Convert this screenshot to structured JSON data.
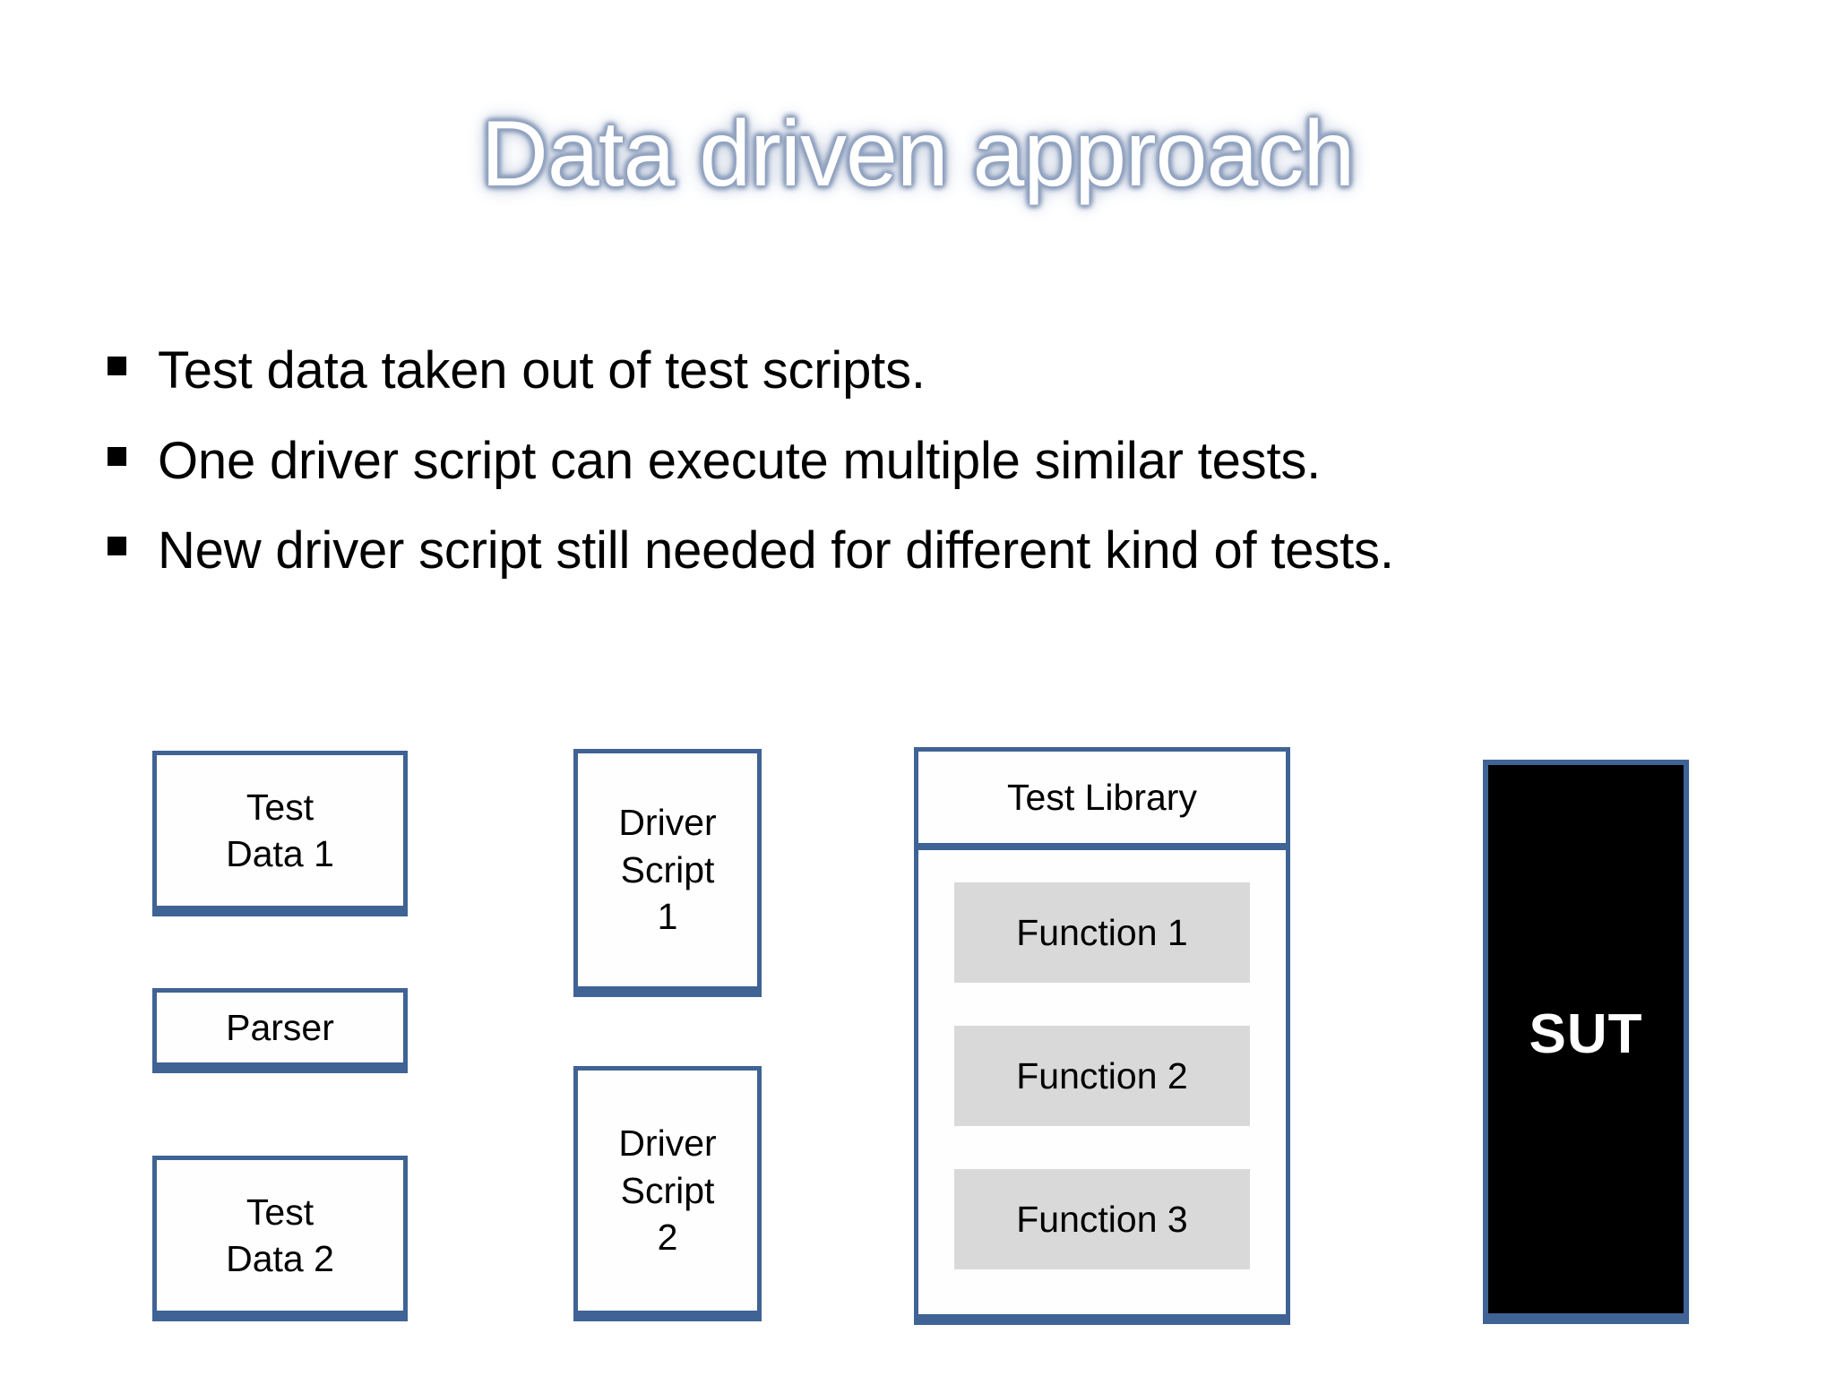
{
  "slide": {
    "title": "Data driven approach",
    "title_color": "#ffffff",
    "title_glow_color": "#94a5c1",
    "background_color": "#ffffff",
    "accent_border_color": "#3f6394",
    "function_fill_color": "#d9d9d9",
    "sut_fill_color": "#000000"
  },
  "bullets": [
    {
      "marker": "square-bullet",
      "text": "Test data taken out of test scripts."
    },
    {
      "marker": "square-bullet",
      "text": "One driver script can execute multiple similar tests."
    },
    {
      "marker": "square-bullet",
      "text": "New driver script still needed for different kind of tests."
    }
  ],
  "diagram": {
    "data_column": [
      {
        "id": "test-data-1",
        "line1": "Test",
        "line2": "Data 1"
      },
      {
        "id": "parser",
        "line1": "Parser",
        "line2": ""
      },
      {
        "id": "test-data-2",
        "line1": "Test",
        "line2": "Data 2"
      }
    ],
    "driver_column": [
      {
        "id": "driver-script-1",
        "line1": "Driver",
        "line2": "Script",
        "line3": "1"
      },
      {
        "id": "driver-script-2",
        "line1": "Driver",
        "line2": "Script",
        "line3": "2"
      }
    ],
    "test_library": {
      "header": "Test Library",
      "functions": [
        "Function 1",
        "Function 2",
        "Function 3"
      ]
    },
    "sut": {
      "label": "SUT"
    }
  }
}
